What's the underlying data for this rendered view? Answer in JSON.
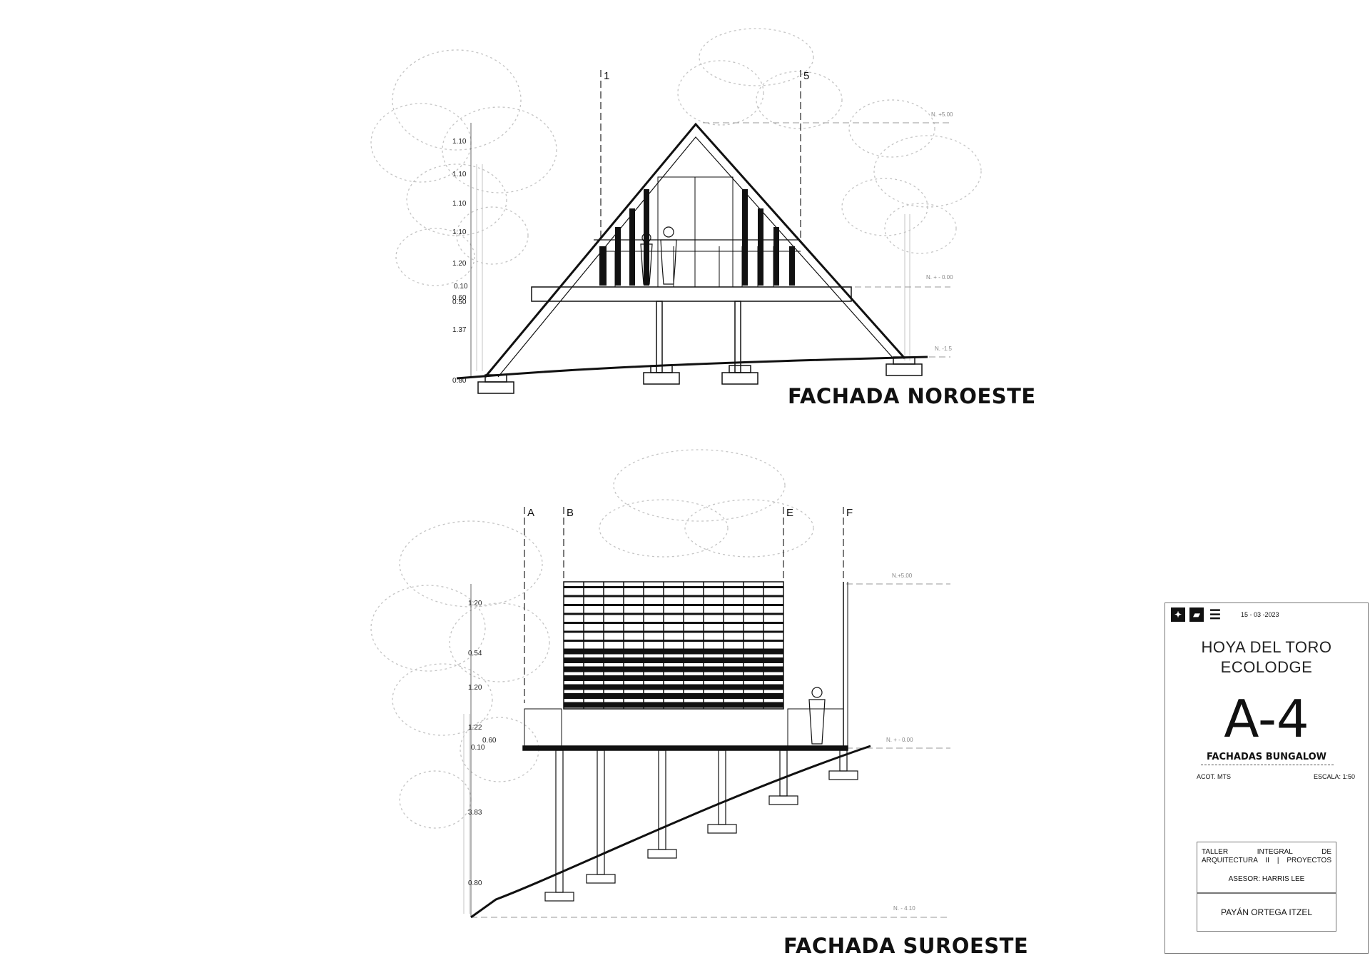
{
  "drawing_1": {
    "title": "FACHADA NOROESTE",
    "axes": [
      "1",
      "5"
    ],
    "dimensions": [
      "1.10",
      "1.10",
      "1.10",
      "1.10",
      "1.20",
      "0.10",
      "0.60",
      "0.50",
      "1.37",
      "0.80"
    ],
    "levels": [
      "N. +5.00",
      "N. + - 0.00",
      "N. -1.5"
    ]
  },
  "drawing_2": {
    "title": "FACHADA SUROESTE",
    "axes": [
      "A",
      "B",
      "E",
      "F"
    ],
    "dimensions": [
      "1.20",
      "0.54",
      "1.20",
      "1.22",
      "0.60",
      "0.10",
      "3.83",
      "0.80"
    ],
    "levels": [
      "N.+5.00",
      "N. + - 0.00",
      "N. - 4.10"
    ]
  },
  "title_block": {
    "date": "15 - 03 -2023",
    "project_line1": "HOYA DEL TORO",
    "project_line2": "ECOLODGE",
    "sheet_code": "A-4",
    "sheet_title": "FACHADAS BUNGALOW",
    "units": "ACOT. MTS",
    "scale": "ESCALA: 1:50",
    "course_line1": "TALLER INTEGRAL DE",
    "course_line2": "ARQUITECTURA II | PROYECTOS",
    "advisor": "ASESOR: HARRIS LEE",
    "author": "PAYÁN ORTEGA ITZEL"
  },
  "icons": [
    "university-seal-icon",
    "faculty-logo-icon",
    "e-logo-icon"
  ],
  "colors": {
    "ink": "#111111",
    "tree": "#c4c4c4",
    "guide": "#999999"
  }
}
